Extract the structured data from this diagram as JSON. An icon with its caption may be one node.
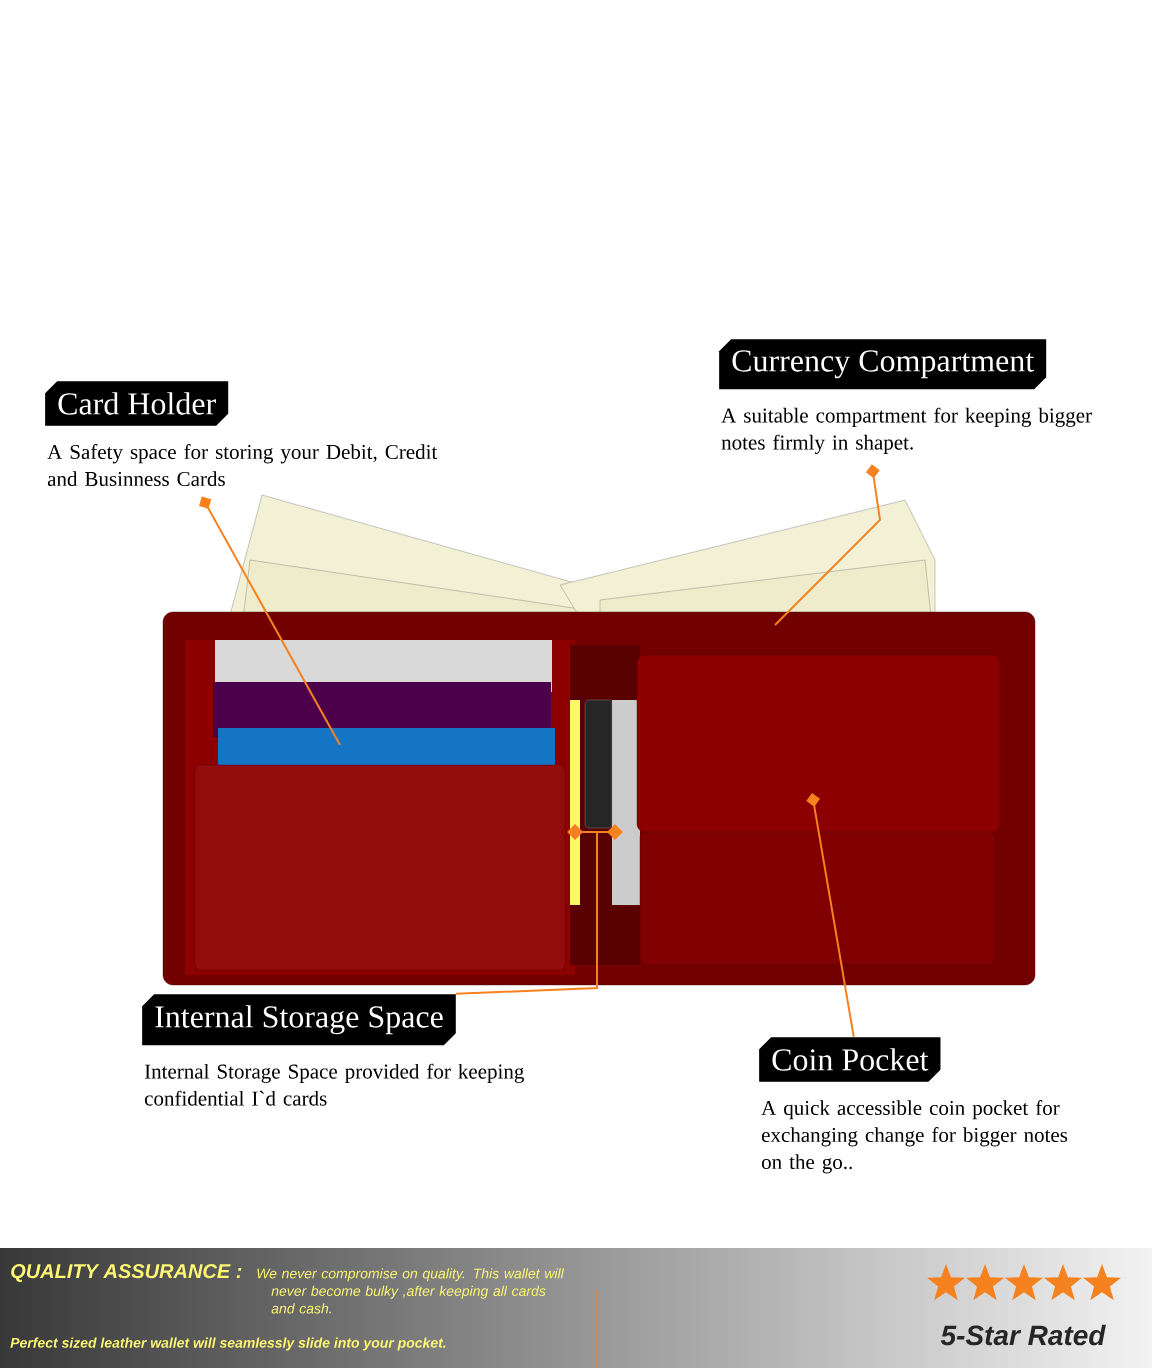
{
  "diagram": {
    "nodes": [
      {
        "text": [
          "Currency Compartment",
          "A suitable compartment for keeping bigger notes firmly in shapet."
        ]
      },
      {
        "text": [
          "Card Holder",
          "A Safety space for storing your Debit, Credit and Businness Cards"
        ]
      },
      {
        "text": [
          "Internal Storage Space",
          "Internal Storage Space provided for keeping confidential I`d cards"
        ]
      },
      {
        "text": [
          "Coin Pocket",
          "A quick accessible coin pocket for exchanging change for bigger notes on the go.."
        ]
      }
    ],
    "edges": [
      {
        "from": 0,
        "to": null,
        "arrow": "other"
      },
      {
        "from": 1,
        "to": null,
        "arrow": "other"
      },
      {
        "from": 2,
        "to": null,
        "arrow": "other"
      },
      {
        "from": 3,
        "to": null,
        "arrow": "other"
      }
    ],
    "labels": [
      "QUALITY ASSURANCE :",
      "We never compromise on quality. This wallet will never become bulky ,after keeping all cards and cash.",
      "Perfect sized leather wallet will seamlessly slide into your pocket.",
      "5-Star Rated"
    ]
  }
}
